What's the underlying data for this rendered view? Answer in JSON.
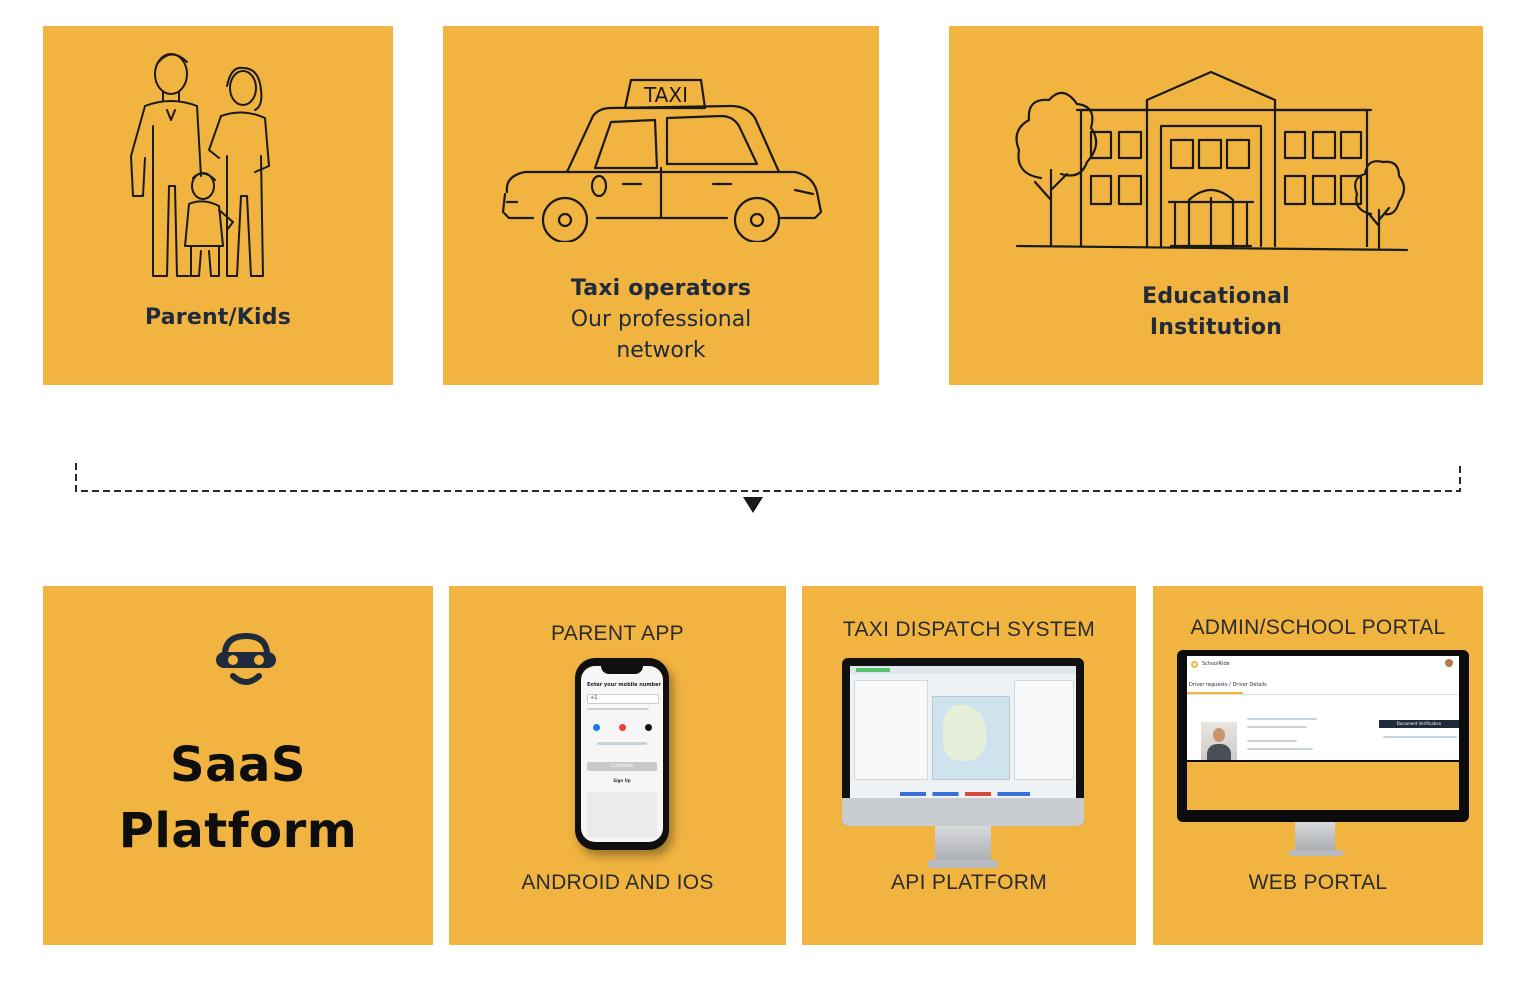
{
  "colors": {
    "tile": "#F2B440",
    "text_dark": "#1F2A3A",
    "connector": "#1F2A3A"
  },
  "top_row": {
    "parent_kids": {
      "label": "Parent/Kids",
      "icon": "family-icon"
    },
    "taxi": {
      "title": "Taxi operators",
      "line1": "Our professional",
      "line2": "network",
      "icon": "taxi-car-icon",
      "sign": "TAXI"
    },
    "education": {
      "line1": "Educational",
      "line2": "Institution",
      "icon": "school-building-icon"
    }
  },
  "bottom_row": {
    "saas": {
      "line1": "SaaS",
      "line2": "Platform",
      "icon": "smiling-car-logo-icon"
    },
    "parent_app": {
      "title": "PARENT APP",
      "subtitle": "ANDROID AND IOS",
      "screen": {
        "heading": "Enter your mobile number",
        "country": "+1",
        "button": "Continue",
        "signup": "Sign Up"
      }
    },
    "dispatch": {
      "title": "TAXI DISPATCH SYSTEM",
      "subtitle": "API  PLATFORM"
    },
    "portal": {
      "title": "ADMIN/SCHOOL PORTAL",
      "subtitle": "WEB PORTAL",
      "screen": {
        "brand": "SchoolRide",
        "breadcrumb": "Driver requests / Driver Details",
        "button": "Document Verification"
      }
    }
  }
}
